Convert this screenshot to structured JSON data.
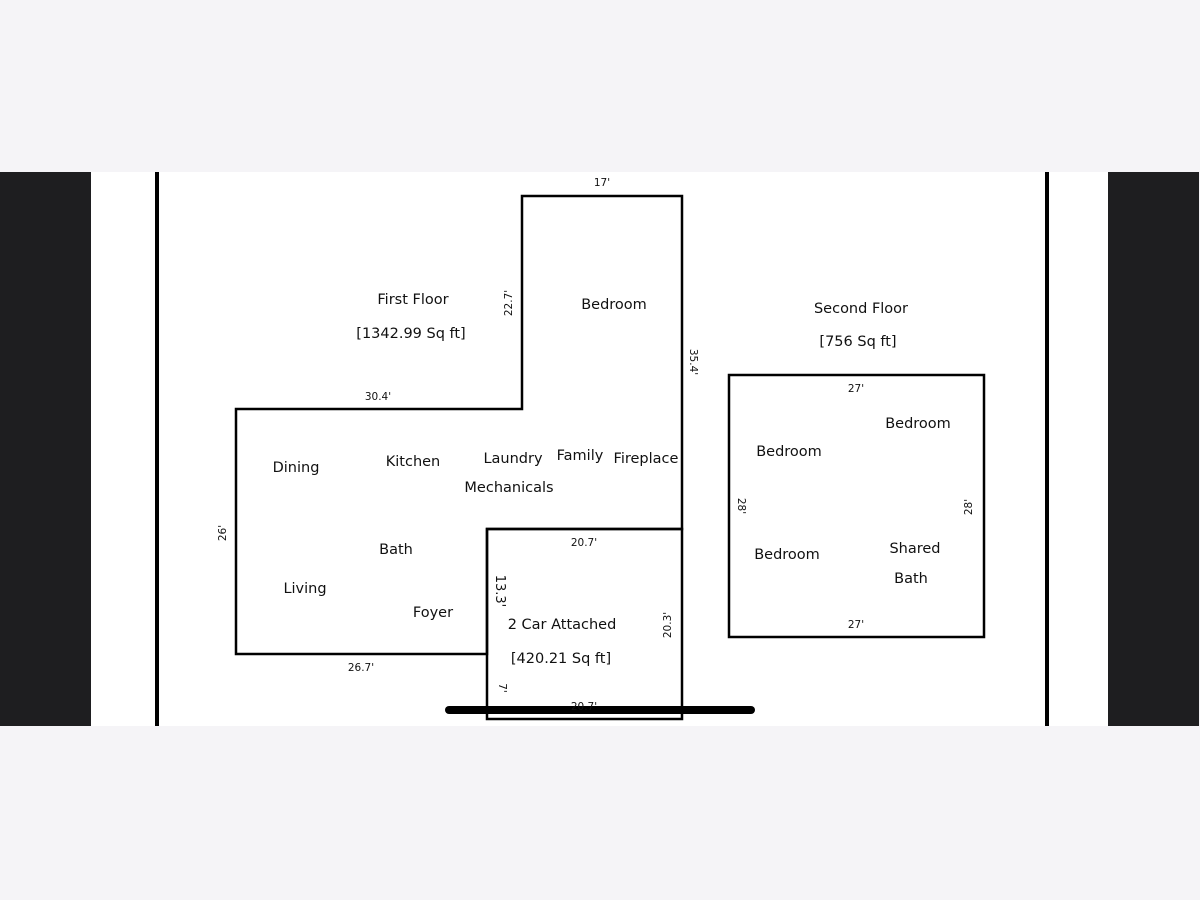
{
  "first_floor": {
    "title": "First Floor",
    "area": "[1342.99 Sq ft]",
    "rooms": {
      "bedroom": "Bedroom",
      "dining": "Dining",
      "kitchen": "Kitchen",
      "laundry": "Laundry",
      "family": "Family",
      "fireplace": "Fireplace",
      "mechanicals": "Mechanicals",
      "bath": "Bath",
      "living": "Living",
      "foyer": "Foyer"
    },
    "dimensions": {
      "top": "17'",
      "bedroom_left": "22.7'",
      "right": "35.4'",
      "upper_left": "30.4'",
      "left": "26'",
      "bottom": "26.7'"
    }
  },
  "garage": {
    "title": "2 Car Attached",
    "area": "[420.21 Sq ft]",
    "dimensions": {
      "top": "20.7'",
      "left": "13.3'",
      "right": "20.3'",
      "small": "7'",
      "bottom": "20.7'"
    }
  },
  "second_floor": {
    "title": "Second Floor",
    "area": "[756 Sq ft]",
    "rooms": {
      "bedroom_1": "Bedroom",
      "bedroom_2": "Bedroom",
      "bedroom_3": "Bedroom",
      "shared": "Shared",
      "bath": "Bath"
    },
    "dimensions": {
      "top": "27'",
      "left": "28'",
      "right": "28'",
      "bottom": "27'"
    }
  }
}
